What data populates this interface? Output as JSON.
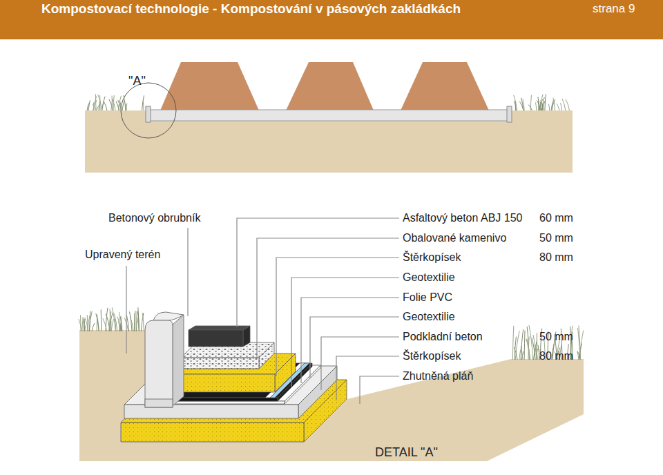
{
  "diagram": {
    "title": "Kompostovací technologie - Kompostování v pásových zakládkách",
    "caption": "DETAIL \"A\"",
    "labels": [
      "\"A\"",
      "strana 9",
      "Betonový obrubník",
      "Upravený terén",
      "Asfaltový beton ABJ 150",
      "60 mm",
      "Obalované kamenivo",
      "50 mm",
      "Štěrkopísek",
      "80 mm",
      "Geotextilie",
      "Folie PVC",
      "Geotextilie",
      "Podkladní beton",
      "50 mm",
      "Štěrkopísek",
      "80 mm",
      "Zhutněná pláň"
    ]
  }
}
